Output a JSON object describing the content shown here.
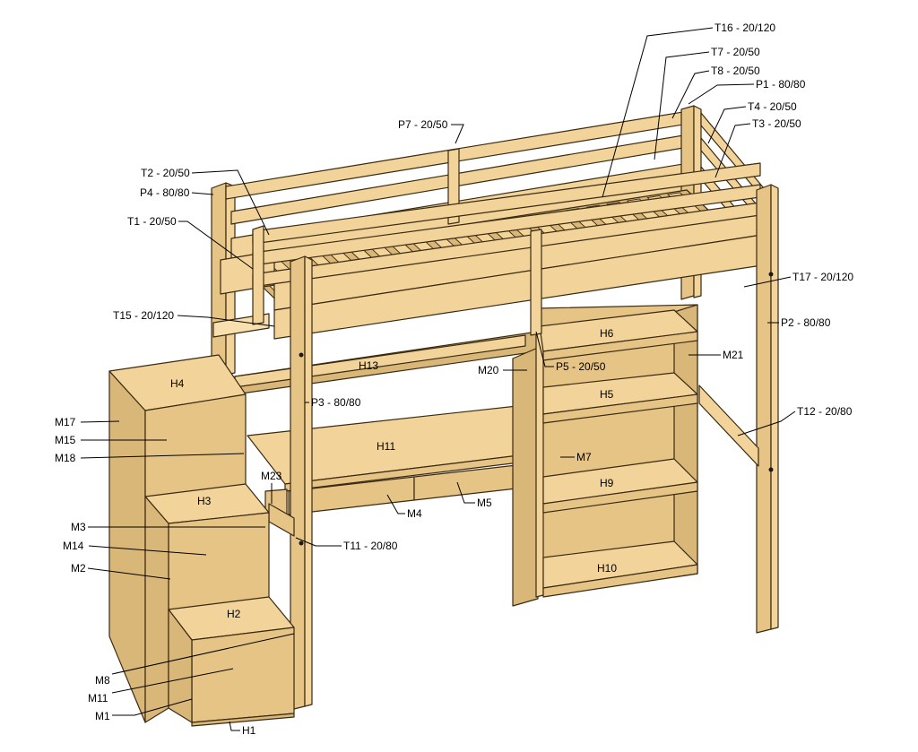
{
  "callouts": [
    {
      "id": "T16",
      "text": "T16 - 20/120"
    },
    {
      "id": "T7",
      "text": "T7 - 20/50"
    },
    {
      "id": "T8",
      "text": "T8 - 20/50"
    },
    {
      "id": "P1",
      "text": "P1 - 80/80"
    },
    {
      "id": "T4",
      "text": "T4 - 20/50"
    },
    {
      "id": "T3",
      "text": "T3 - 20/50"
    },
    {
      "id": "P7",
      "text": "P7 - 20/50"
    },
    {
      "id": "T2",
      "text": "T2 - 20/50"
    },
    {
      "id": "P4",
      "text": "P4 - 80/80"
    },
    {
      "id": "T1",
      "text": "T1 - 20/50"
    },
    {
      "id": "T17",
      "text": "T17 - 20/120"
    },
    {
      "id": "P2",
      "text": "P2 - 80/80"
    },
    {
      "id": "T15",
      "text": "T15 - 20/120"
    },
    {
      "id": "M21",
      "text": "M21"
    },
    {
      "id": "P5",
      "text": "P5 - 20/50"
    },
    {
      "id": "M20",
      "text": "M20"
    },
    {
      "id": "P3",
      "text": "P3 - 80/80"
    },
    {
      "id": "T12",
      "text": "T12 - 20/80"
    },
    {
      "id": "M17",
      "text": "M17"
    },
    {
      "id": "M15",
      "text": "M15"
    },
    {
      "id": "M18",
      "text": "M18"
    },
    {
      "id": "M7",
      "text": "M7"
    },
    {
      "id": "M23",
      "text": "M23"
    },
    {
      "id": "M4",
      "text": "M4"
    },
    {
      "id": "M5",
      "text": "M5"
    },
    {
      "id": "M3",
      "text": "M3"
    },
    {
      "id": "T11",
      "text": "T11 - 20/80"
    },
    {
      "id": "M14",
      "text": "M14"
    },
    {
      "id": "M2",
      "text": "M2"
    },
    {
      "id": "M8",
      "text": "M8"
    },
    {
      "id": "M11",
      "text": "M11"
    },
    {
      "id": "M1",
      "text": "M1"
    },
    {
      "id": "H1",
      "text": "H1"
    }
  ],
  "part_labels": {
    "H2": "H2",
    "H3": "H3",
    "H4": "H4",
    "H5": "H5",
    "H6": "H6",
    "H9": "H9",
    "H10": "H10",
    "H11": "H11",
    "H13": "H13"
  },
  "colors": {
    "wood": "#f2d49b",
    "wood_shadow": "#d9b779",
    "outline": "#3a2a12"
  }
}
